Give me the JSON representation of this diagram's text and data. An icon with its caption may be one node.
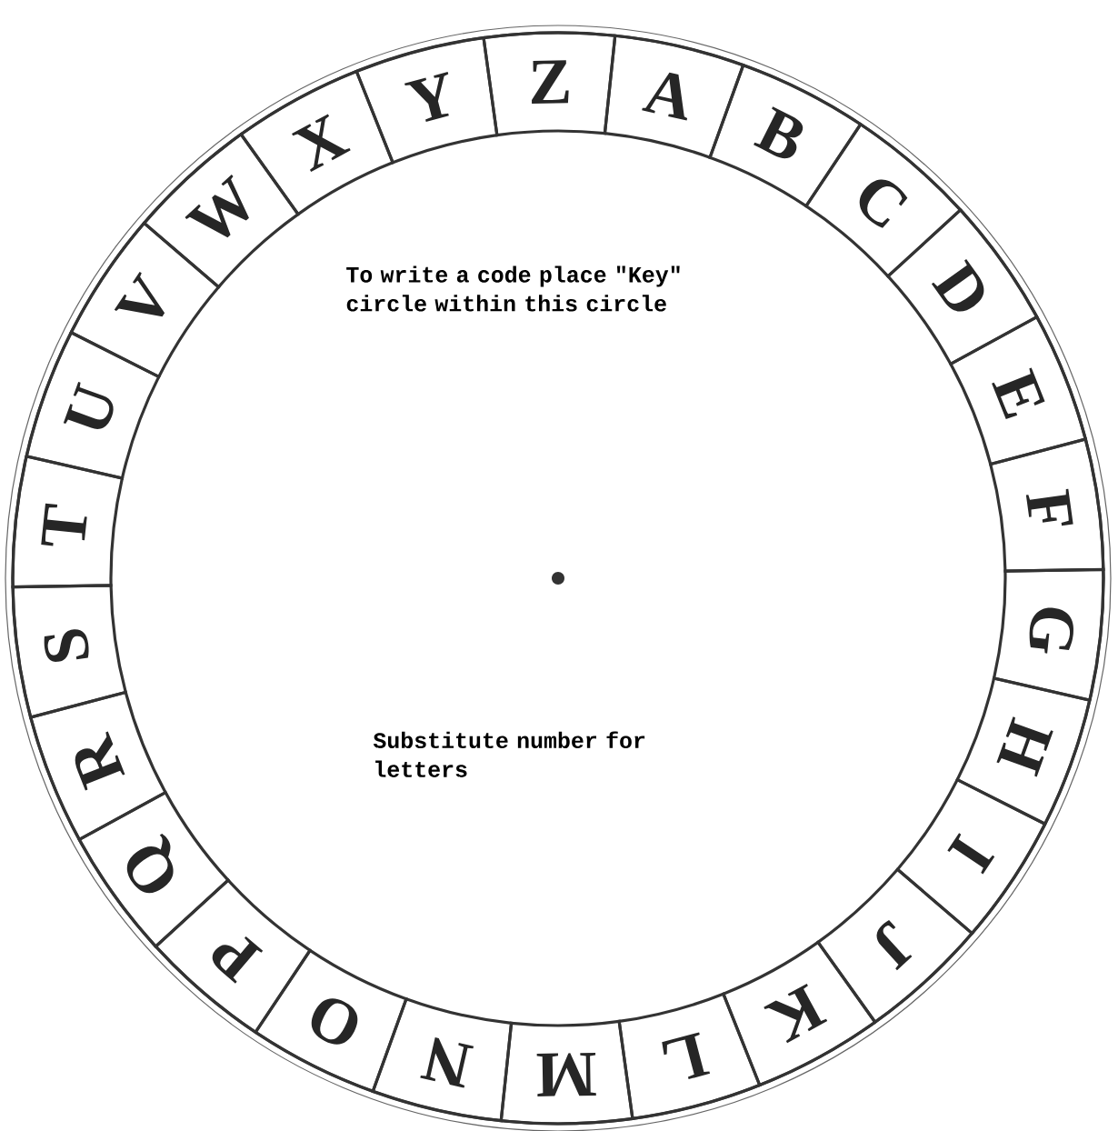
{
  "diagram": {
    "nodes": [
      {
        "text": [
          "A"
        ]
      },
      {
        "text": [
          "B"
        ]
      },
      {
        "text": [
          "C"
        ]
      },
      {
        "text": [
          "D"
        ]
      },
      {
        "text": [
          "E"
        ]
      },
      {
        "text": [
          "F"
        ]
      },
      {
        "text": [
          "G"
        ]
      },
      {
        "text": [
          "H"
        ]
      },
      {
        "text": [
          "I"
        ]
      },
      {
        "text": [
          "J"
        ]
      },
      {
        "text": [
          "K"
        ]
      },
      {
        "text": [
          "L"
        ]
      },
      {
        "text": [
          "M"
        ]
      },
      {
        "text": [
          "N"
        ]
      },
      {
        "text": [
          "O"
        ]
      },
      {
        "text": [
          "P"
        ]
      },
      {
        "text": [
          "Q"
        ]
      },
      {
        "text": [
          "R"
        ]
      },
      {
        "text": [
          "S"
        ]
      },
      {
        "text": [
          "T"
        ]
      },
      {
        "text": [
          "U"
        ]
      },
      {
        "text": [
          "V"
        ]
      },
      {
        "text": [
          "W"
        ]
      },
      {
        "text": [
          "X"
        ]
      },
      {
        "text": [
          "Y"
        ]
      },
      {
        "text": [
          "Z"
        ]
      }
    ],
    "labels": [
      "To write a code place \"Key\" circle within this circle",
      "Substitute number for letters"
    ]
  }
}
